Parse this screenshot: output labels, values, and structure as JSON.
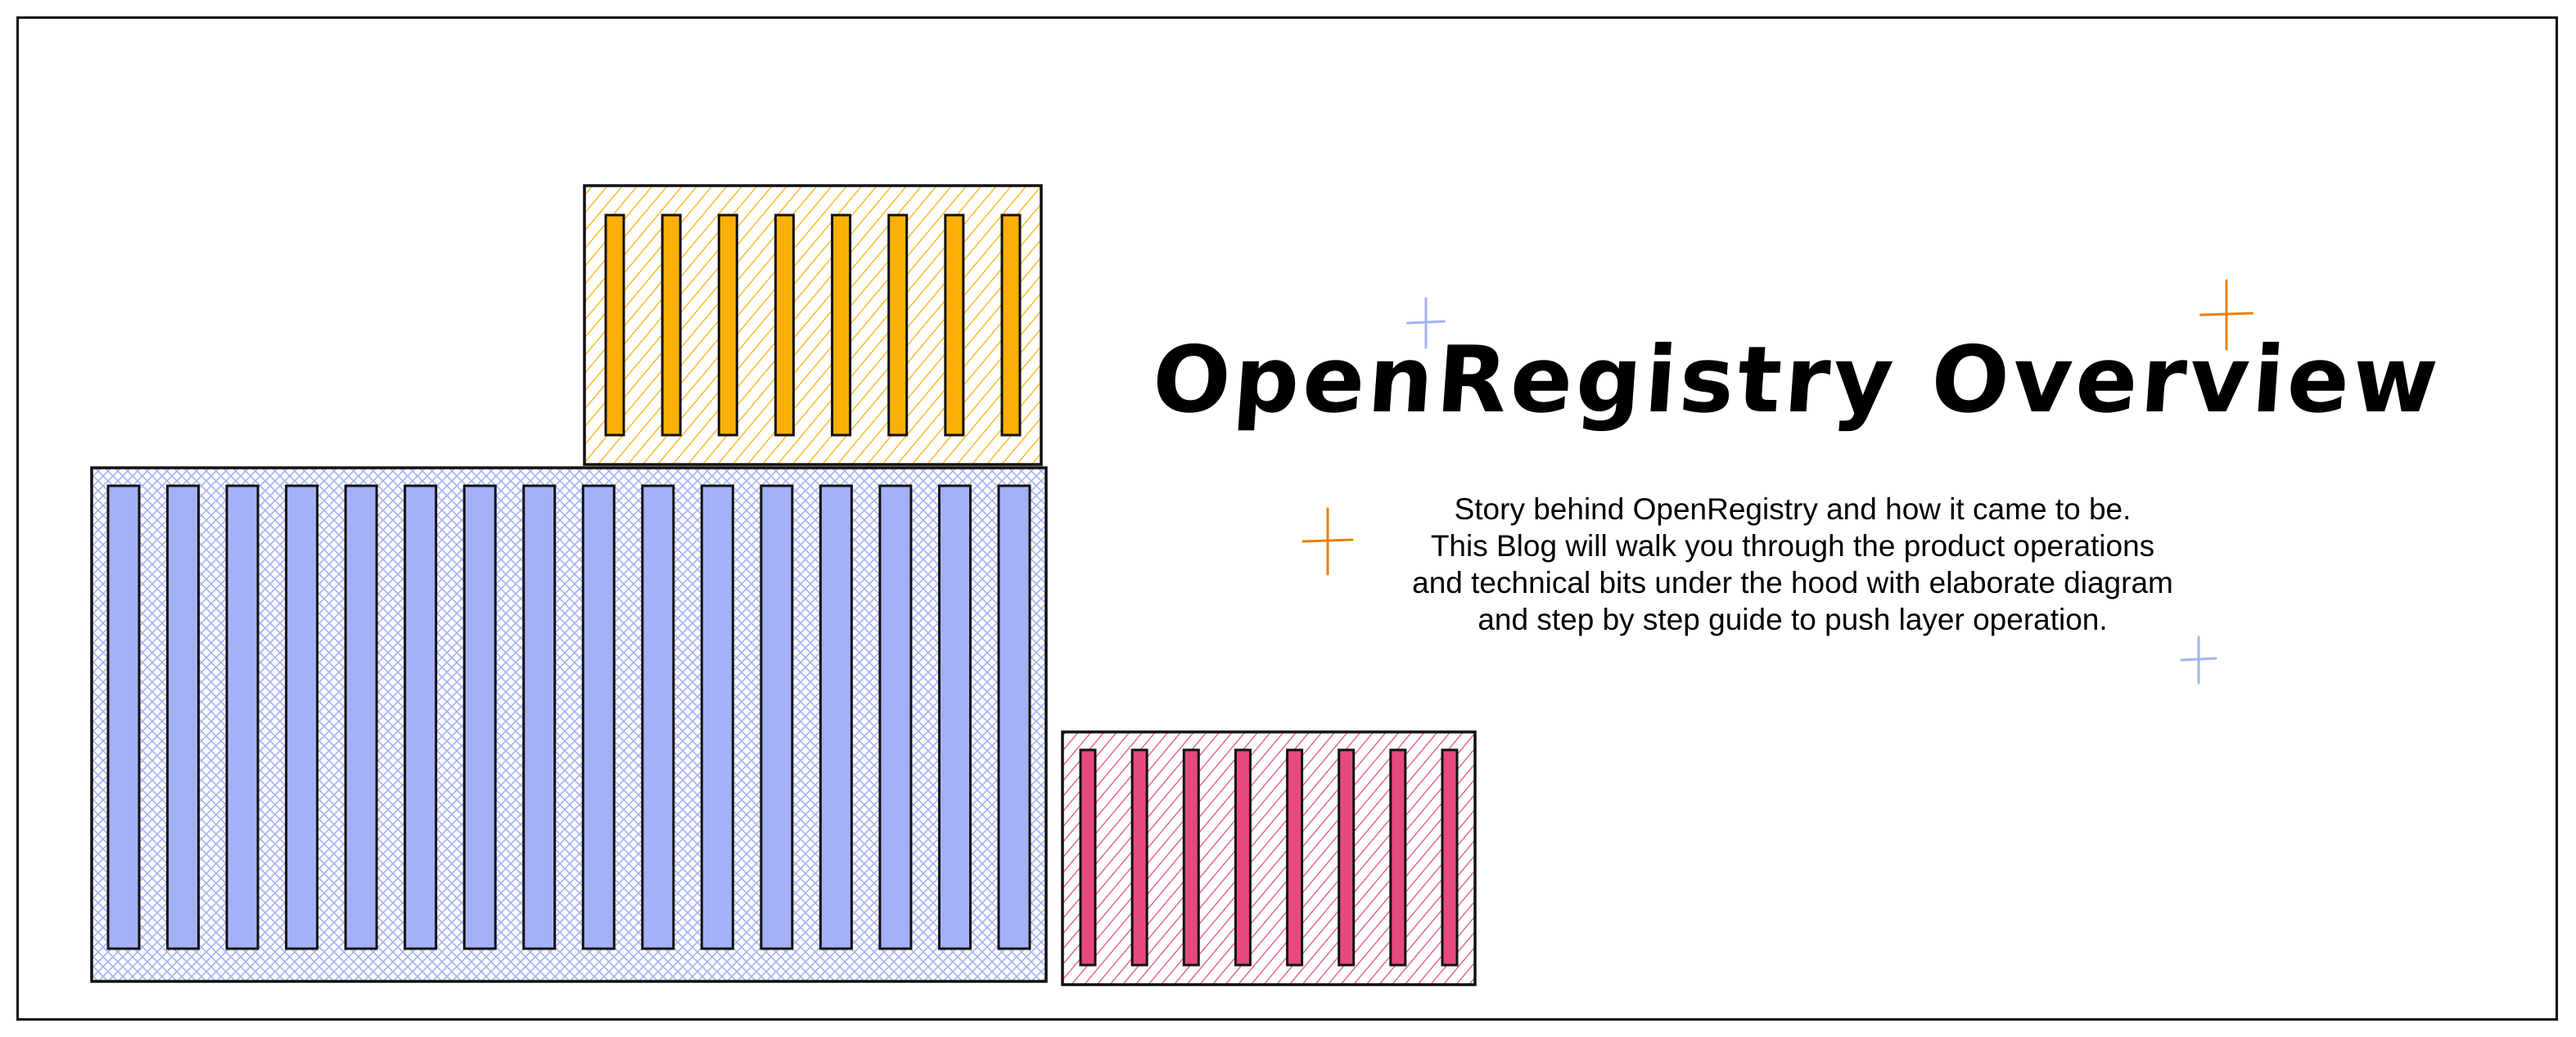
{
  "title": "OpenRegistry Overview",
  "subtitle_lines": [
    "Story behind OpenRegistry and how it came to be.",
    "This Blog will walk you through the product operations",
    "and technical bits under the hood with elaborate diagram",
    "and step by step guide to push layer operation."
  ],
  "colors": {
    "orange": "#fab005",
    "blue": "#a5b1f7",
    "pink": "#e64980",
    "sparkle_orange": "#e8800c",
    "sparkle_blue": "#a5b1f7",
    "stroke": "#111111"
  },
  "containers": [
    {
      "name": "orange-container",
      "color": "orange",
      "slots": 8
    },
    {
      "name": "blue-container",
      "color": "blue",
      "slots": 16
    },
    {
      "name": "pink-container",
      "color": "pink",
      "slots": 8
    }
  ]
}
